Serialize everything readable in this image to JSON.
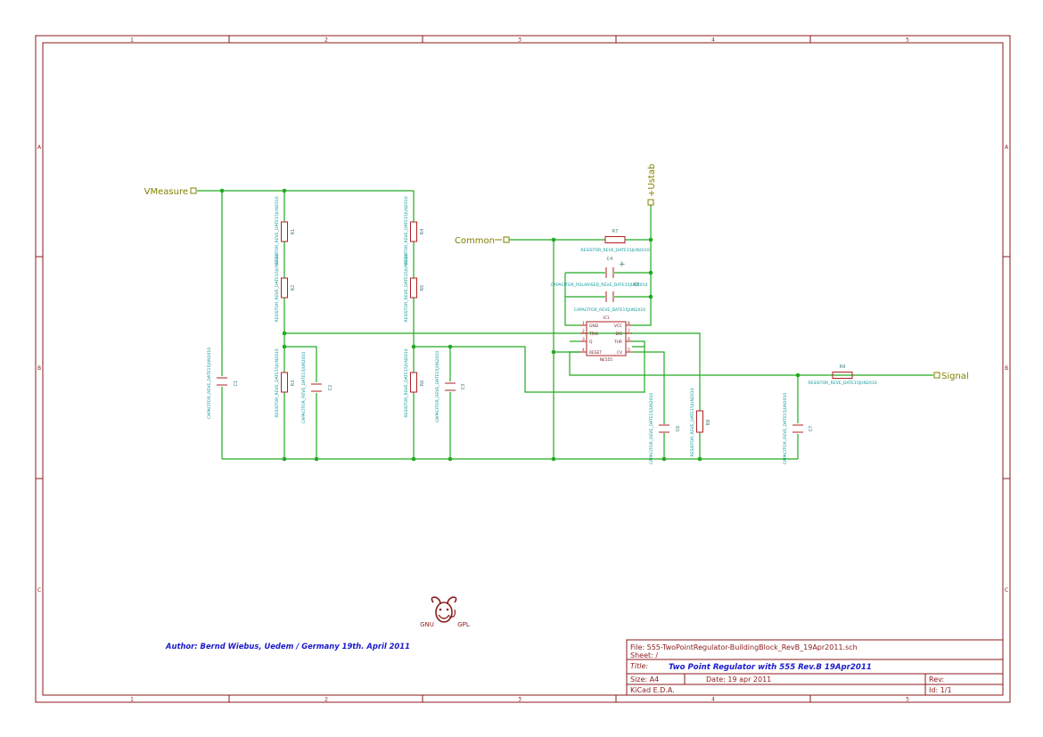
{
  "zones": {
    "columns": [
      "1",
      "2",
      "3",
      "4",
      "5"
    ],
    "rows": [
      "A",
      "B",
      "C"
    ]
  },
  "ports": {
    "vmeasure": "VMeasure",
    "common": "Common",
    "ustab": "+Ustab",
    "signal": "Signal"
  },
  "components": {
    "R1": {
      "ref": "R1",
      "value": "RESISTOR_REVE_DATE15JUN2010"
    },
    "R2": {
      "ref": "R2",
      "value": "RESISTOR_REVE_DATE15JUN2010"
    },
    "R3": {
      "ref": "R3",
      "value": "RESISTOR_REVE_DATE15JUN2010"
    },
    "R4": {
      "ref": "R4",
      "value": "RESISTOR_REVE_DATE15JUN2010"
    },
    "R5": {
      "ref": "R5",
      "value": "RESISTOR_REVE_DATE15JUN2010"
    },
    "R6": {
      "ref": "R6",
      "value": "RESISTOR_REVE_DATE15JUN2010"
    },
    "R7": {
      "ref": "R7",
      "value": "RESISTOR_REVE_DATE15JUN2010"
    },
    "R8": {
      "ref": "R8",
      "value": "RESISTOR_REVE_DATE15JUN2010"
    },
    "R9": {
      "ref": "R9",
      "value": "RESISTOR_REVE_DATE15JUN2010"
    },
    "C1": {
      "ref": "C1",
      "value": "CAPACITOR_REVE_DATE15JUN2010"
    },
    "C2": {
      "ref": "C2",
      "value": "CAPACITOR_REVE_DATE15JUN2010"
    },
    "C3": {
      "ref": "C3",
      "value": "CAPACITOR_REVE_DATE15JUN2010"
    },
    "C4": {
      "ref": "C4",
      "value": "CAPACITOR_POLARISED_REVE_DATE15JUN2010"
    },
    "C5": {
      "ref": "C5",
      "value": "CAPACITOR_REVE_DATE15JUN2010"
    },
    "C6": {
      "ref": "C6",
      "value": "CAPACITOR_REVE_DATE15JUN2010"
    },
    "C7": {
      "ref": "C7",
      "value": "CAPACITOR_REVE_DATE15JUN2010"
    }
  },
  "ic": {
    "ref": "IC1",
    "value": "NE555",
    "left_pins": [
      {
        "num": "1",
        "name": "GND"
      },
      {
        "num": "2",
        "name": "TRIG"
      },
      {
        "num": "3",
        "name": "Q"
      },
      {
        "num": "4",
        "name": "RESET"
      }
    ],
    "right_pins": [
      {
        "num": "8",
        "name": "VCC"
      },
      {
        "num": "7",
        "name": "DIS"
      },
      {
        "num": "6",
        "name": "THR"
      },
      {
        "num": "5",
        "name": "CV"
      }
    ]
  },
  "logo": {
    "left": "GNU",
    "right": "GPL"
  },
  "author": "Author: Bernd Wiebus, Uedem / Germany  19th. April 2011",
  "title_block": {
    "file": "File: 555-TwoPointRegulator-BuildingBlock_RevB_19Apr2011.sch",
    "sheet": "Sheet: /",
    "title_label": "Title:",
    "title_value": "Two Point Regulator with 555  Rev.B  19Apr2011",
    "size": "Size: A4",
    "date": "Date: 19 apr 2011",
    "rev": "Rev:",
    "tool": "KiCad E.D.A.",
    "id": "Id: 1/1"
  },
  "colors": {
    "frame": "#8b1a1a",
    "wire": "#22aa22",
    "component": "#b02020",
    "label": "#808000",
    "value_text": "#0f9a9a",
    "title_blue": "#1a1acc"
  }
}
